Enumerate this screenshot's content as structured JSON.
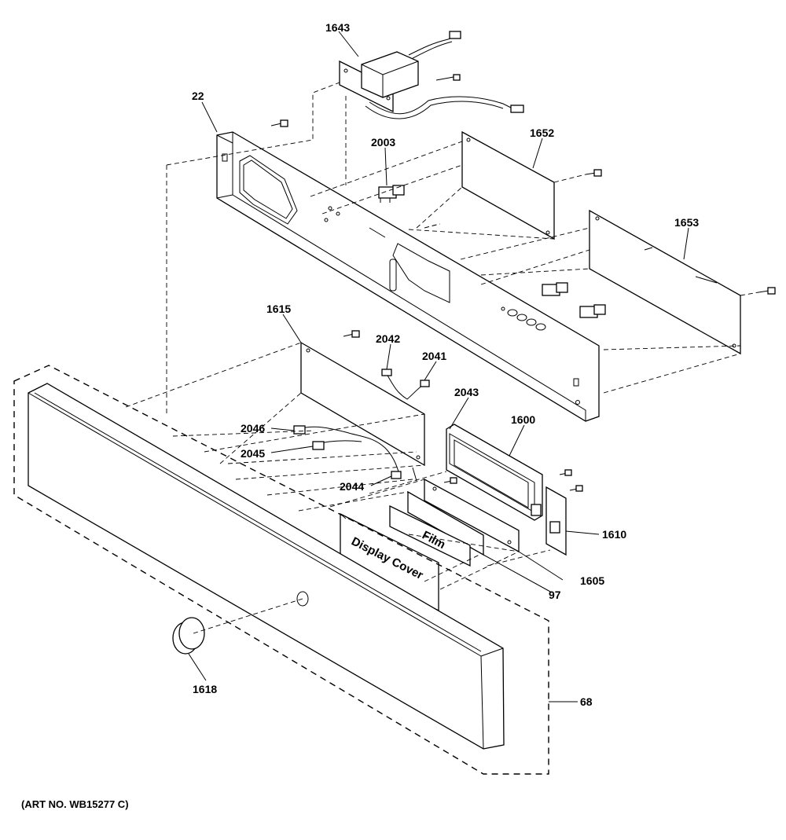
{
  "art_note": "(ART NO. WB15277 C)",
  "callouts": {
    "c1643": "1643",
    "c22": "22",
    "c2003": "2003",
    "c1652": "1652",
    "c1653": "1653",
    "c1615": "1615",
    "c2042": "2042",
    "c2041": "2041",
    "c2043": "2043",
    "c1600": "1600",
    "c2046": "2046",
    "c2045": "2045",
    "c2044": "2044",
    "c1610": "1610",
    "c1605": "1605",
    "c97": "97",
    "c1618": "1618",
    "c68": "68"
  },
  "part_text": {
    "film": "Film",
    "display_cover": "Display Cover"
  }
}
